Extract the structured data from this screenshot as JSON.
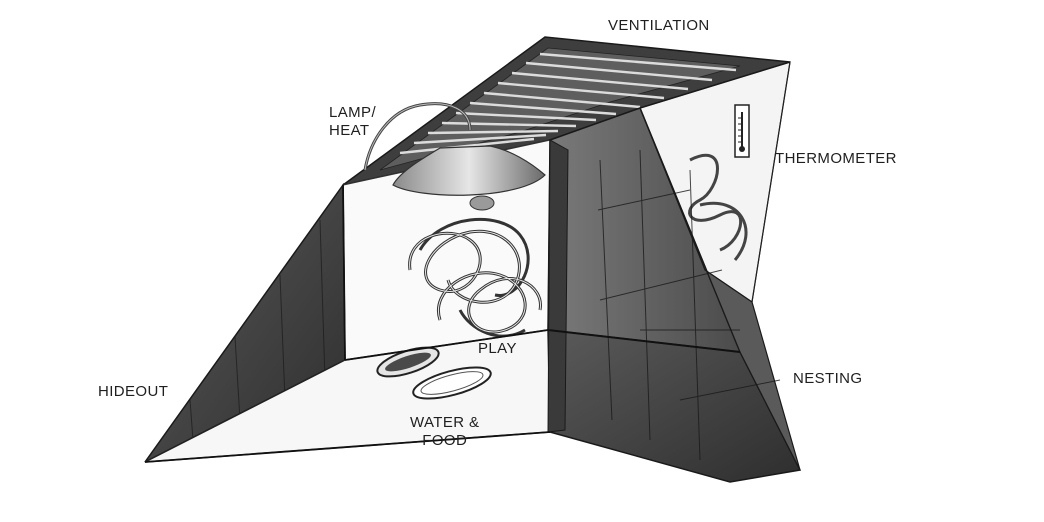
{
  "labels": {
    "ventilation": "VENTILATION",
    "lamp_heat": "LAMP/\nHEAT",
    "thermometer": "THERMOMETER",
    "play": "PLAY",
    "nesting": "NESTING",
    "hideout": "HIDEOUT",
    "water_food": "WATER &\nFOOD"
  },
  "colors": {
    "ink": "#1f1f1f",
    "dark_panel": "#4a4a4a",
    "mid_panel": "#6d6d6d",
    "light_panel": "#c9c9c9"
  }
}
